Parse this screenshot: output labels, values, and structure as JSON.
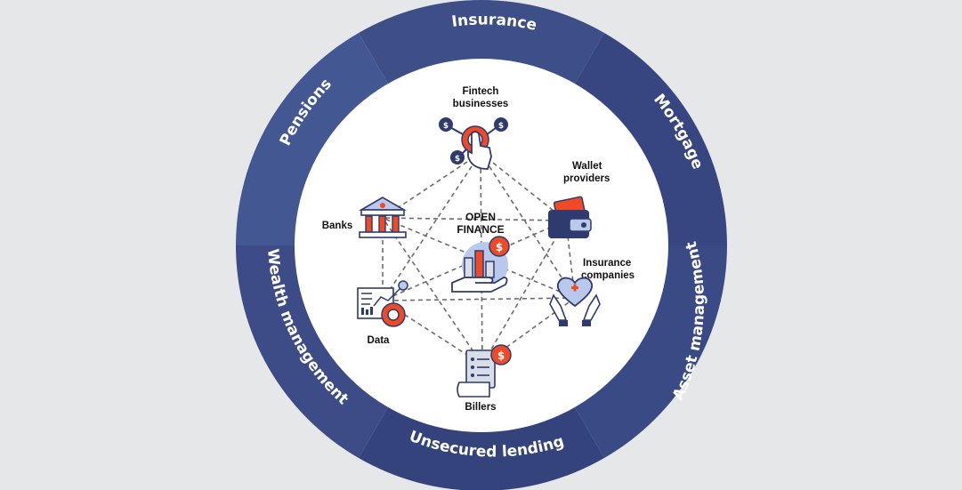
{
  "ring": {
    "segments": [
      {
        "label": "Insurance",
        "color": "#3e4f88"
      },
      {
        "label": "Mortgage",
        "color": "#374580"
      },
      {
        "label": "Asset management",
        "color": "#3a4a84"
      },
      {
        "label": "Unsecured lending",
        "color": "#35437d"
      },
      {
        "label": "Wealth management",
        "color": "#3d4c86"
      },
      {
        "label": "Pensions",
        "color": "#435892"
      }
    ]
  },
  "center": {
    "line1": "OPEN",
    "line2": "FINANCE"
  },
  "nodes": {
    "fintech": {
      "line1": "Fintech",
      "line2": "businesses",
      "icon": "touch-coins-icon"
    },
    "wallet": {
      "line1": "Wallet",
      "line2": "providers",
      "icon": "wallet-icon"
    },
    "insurance": {
      "line1": "Insurance",
      "line2": "companies",
      "icon": "hands-heart-icon"
    },
    "billers": {
      "line1": "Billers",
      "icon": "bill-dollar-icon"
    },
    "data": {
      "line1": "Data",
      "icon": "data-chart-icon"
    },
    "banks": {
      "line1": "Banks",
      "icon": "bank-icon"
    }
  },
  "colors": {
    "navy": "#2f3a6e",
    "orange": "#ee4a26",
    "light_blue": "#b9c9ec",
    "gray": "#d8dde8",
    "background": "#e6e7e9"
  }
}
